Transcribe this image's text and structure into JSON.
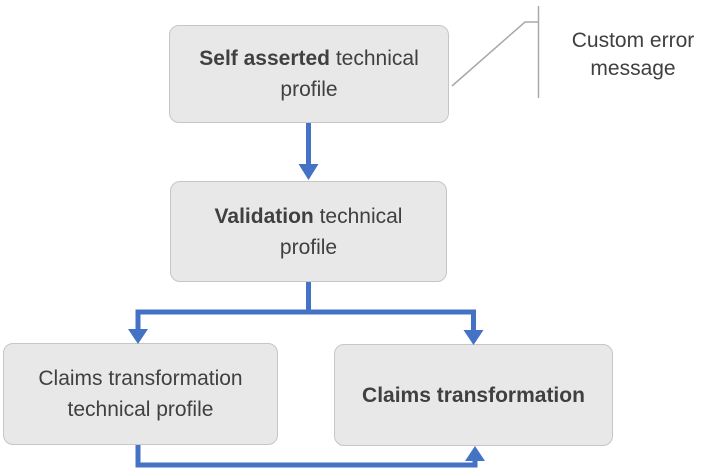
{
  "diagram": {
    "title": "technical profiles flow diagram",
    "nodes": {
      "self_asserted": {
        "bold": "Self asserted",
        "rest": " technical profile"
      },
      "validation": {
        "bold": "Validation",
        "rest": " technical profile"
      },
      "claims_tp": {
        "bold": "",
        "rest": "Claims transformation technical profile"
      },
      "claims_transformation": {
        "bold": "Claims transformation",
        "rest": ""
      }
    },
    "callout": {
      "text": "Custom error message"
    },
    "connections": [
      "self_asserted -> validation",
      "validation -> claims_tp",
      "validation -> claims_transformation",
      "claims_tp -> claims_transformation"
    ],
    "colors": {
      "arrow_blue": "#4472C4",
      "box_fill": "#E9E8E8",
      "box_border": "#C6C6C6",
      "text": "#404040",
      "callout_line": "#A8A8A8"
    }
  }
}
